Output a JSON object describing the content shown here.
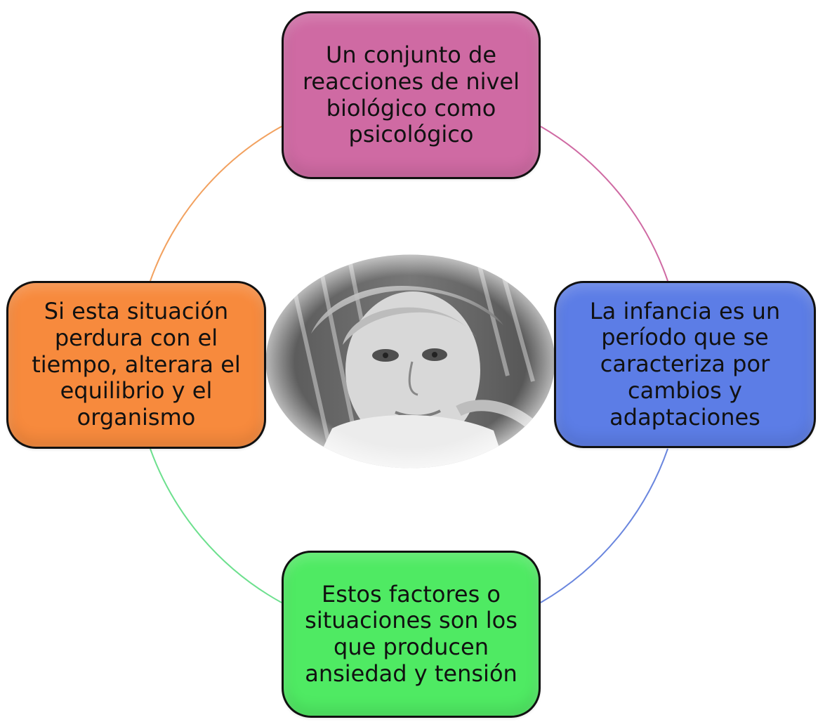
{
  "diagram": {
    "nodes": {
      "top": {
        "text": "Un conjunto de\nreacciones  de nivel\nbiológico como\npsicológico",
        "color": "#cf6aa3"
      },
      "right": {
        "text": "La infancia es un\nperíodo que se\ncaracteriza por\ncambios y\nadaptaciones",
        "color": "#5c7de6"
      },
      "bottom": {
        "text": "Estos factores o\nsituaciones son los\nque producen\nansiedad y tensión",
        "color": "#4fea63"
      },
      "left": {
        "text": "Si esta situación\nperdura con el\ntiempo, alterara el\nequilibrio y el\norganismo",
        "color": "#f78a3d"
      }
    },
    "arc_colors": {
      "top_right": "#cf6aa3",
      "right_bottom": "#6a86de",
      "bottom_left": "#6de08e",
      "left_top": "#f2a15f"
    },
    "center_photo": {
      "icon": "child-portrait-photo"
    }
  }
}
